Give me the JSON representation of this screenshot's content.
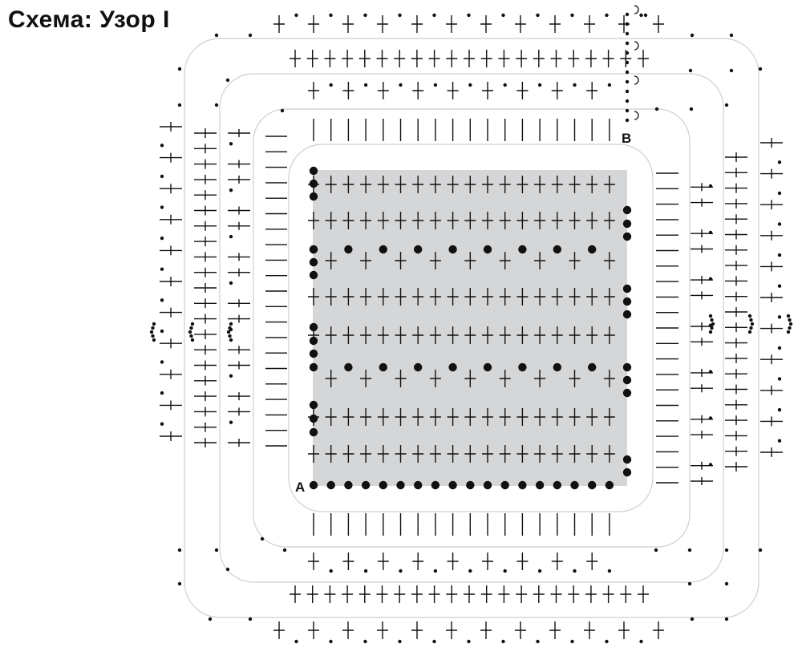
{
  "title": "Схема: Узор I",
  "labels": {
    "start": "A",
    "end": "B"
  },
  "colors": {
    "ink": "#111111",
    "fill": "#d5d6d8",
    "frame": "#cfcfcf",
    "paper": "#ffffff"
  },
  "legend_symbols": [
    "chain-dot",
    "single-crochet-cross",
    "double-crochet-bar",
    "slip-stitch-arc"
  ]
}
